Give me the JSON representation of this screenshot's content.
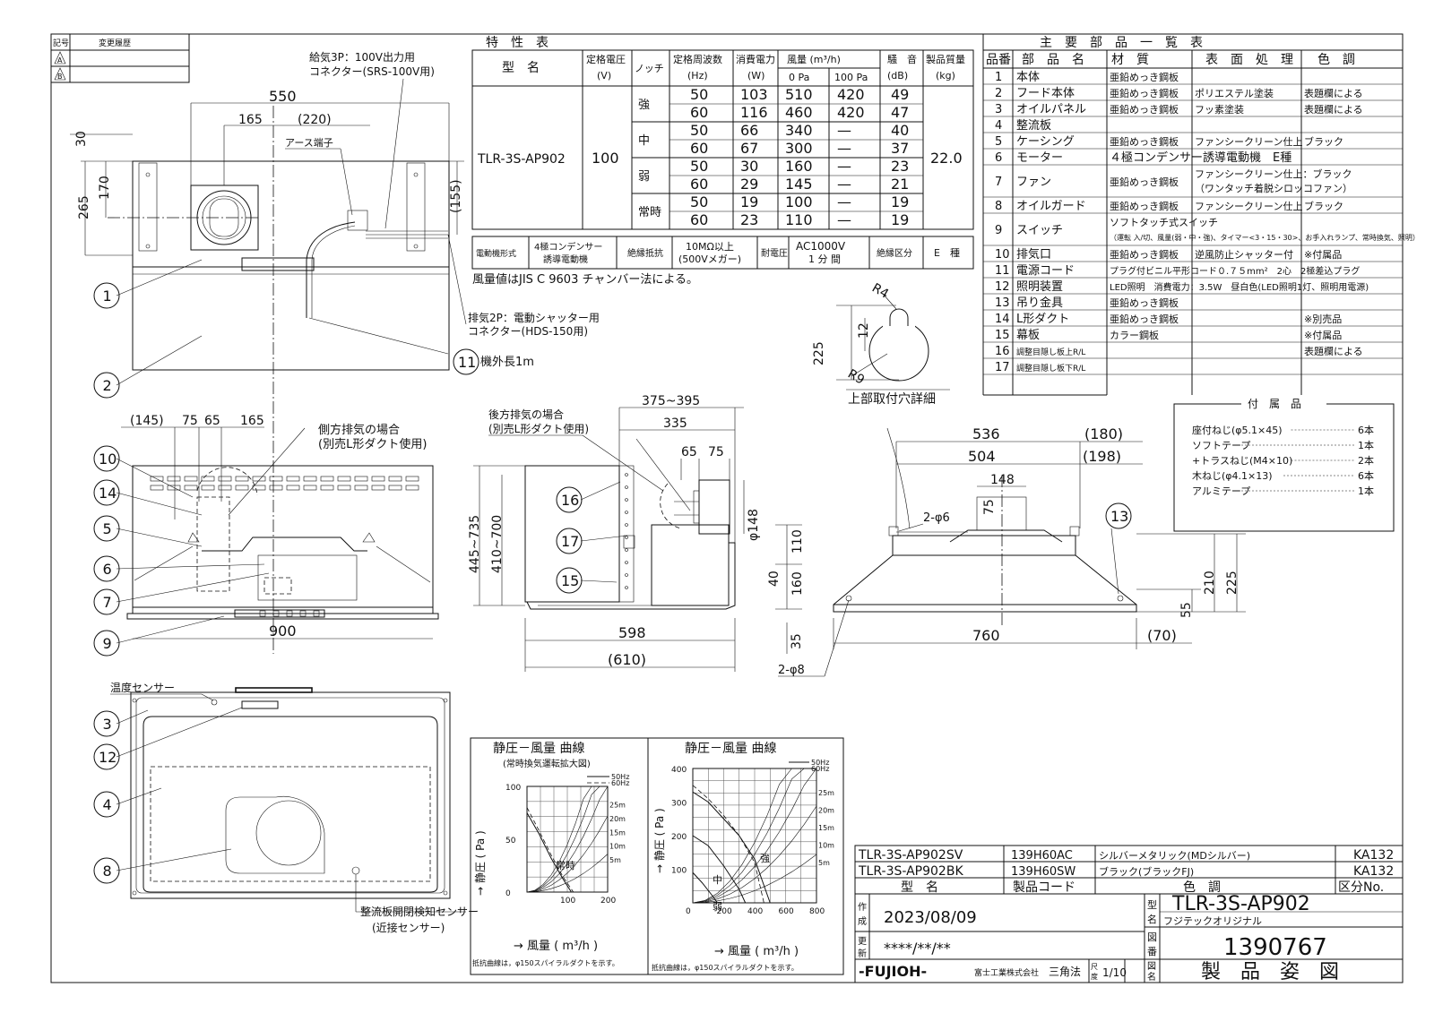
{
  "revision_block": {
    "header_mark": "記号",
    "header_label": "変更履歴",
    "marks": [
      "A",
      "B"
    ]
  },
  "spec_table": {
    "title": "特　性　表",
    "headers": {
      "model": "型　名",
      "voltage": "定格電圧\n(V)",
      "notch": "ノッチ",
      "freq": "定格周波数\n(Hz)",
      "power": "消費電力\n(W)",
      "airflow": "風量 (m³/h)",
      "airflow_0": "0 Pa",
      "airflow_100": "100 Pa",
      "noise": "騒音\n(dB)",
      "mass": "製品質量\n(kg)"
    },
    "model": "TLR-3S-AP902",
    "voltage": "100",
    "mass": "22.0",
    "rows": [
      {
        "notch": "強",
        "hz": "50",
        "w": "103",
        "p0": "510",
        "p100": "420",
        "db": "49"
      },
      {
        "notch": "",
        "hz": "60",
        "w": "116",
        "p0": "460",
        "p100": "420",
        "db": "47"
      },
      {
        "notch": "中",
        "hz": "50",
        "w": "66",
        "p0": "340",
        "p100": "—",
        "db": "40"
      },
      {
        "notch": "",
        "hz": "60",
        "w": "67",
        "p0": "300",
        "p100": "—",
        "db": "37"
      },
      {
        "notch": "弱",
        "hz": "50",
        "w": "30",
        "p0": "160",
        "p100": "—",
        "db": "23"
      },
      {
        "notch": "",
        "hz": "60",
        "w": "29",
        "p0": "145",
        "p100": "—",
        "db": "21"
      },
      {
        "notch": "常時",
        "hz": "50",
        "w": "19",
        "p0": "100",
        "p100": "—",
        "db": "19"
      },
      {
        "notch": "",
        "hz": "60",
        "w": "23",
        "p0": "110",
        "p100": "—",
        "db": "19"
      }
    ],
    "motor_row": {
      "l1": "電動機形式",
      "v1": "4極コンデンサー\n誘導電動機",
      "l2": "絶縁抵抗",
      "v2": "10MΩ以上\n(500Vメガー)",
      "l3": "耐電圧",
      "v3": "AC1000V\n1 分 間",
      "l4": "絶縁区分",
      "v4": "E　種"
    },
    "note": "風量値はJIS C 9603 チャンバー法による。"
  },
  "parts_table": {
    "title": "主　要　部　品　一　覧　表",
    "headers": [
      "品番",
      "部　品　名",
      "材　質",
      "表　面　処　理",
      "色　調"
    ],
    "rows": [
      [
        "1",
        "本体",
        "亜鉛めっき鋼板",
        "",
        ""
      ],
      [
        "2",
        "フード本体",
        "亜鉛めっき鋼板",
        "ポリエステル塗装",
        "表題欄による"
      ],
      [
        "3",
        "オイルパネル",
        "亜鉛めっき鋼板",
        "フッ素塗装",
        "表題欄による"
      ],
      [
        "4",
        "整流板",
        "",
        "",
        ""
      ],
      [
        "5",
        "ケーシング",
        "亜鉛めっき鋼板",
        "ファンシークリーン仕上",
        "ブラック"
      ],
      [
        "6",
        "モーター",
        "４極コンデンサー誘導電動機　E種",
        "",
        ""
      ],
      [
        "7",
        "ファン",
        "亜鉛めっき鋼板",
        "ファンシークリーン仕上：ブラック",
        "（ワンタッチ着脱シロッコファン）"
      ],
      [
        "8",
        "オイルガード",
        "亜鉛めっき鋼板",
        "ファンシークリーン仕上",
        "ブラック"
      ],
      [
        "9",
        "スイッチ",
        "ソフトタッチ式スイッチ",
        "（運転 入/切、風量(弱・中・強)、タイマー<3・15・30>、お手入れランプ、常時換気、照明）",
        ""
      ],
      [
        "10",
        "排気口",
        "亜鉛めっき鋼板",
        "逆風防止シャッター付",
        "※付属品"
      ],
      [
        "11",
        "電源コード",
        "プラグ付ビニル平形コード０.７５mm²　2心　2極差込プラグ",
        "",
        ""
      ],
      [
        "12",
        "照明装置",
        "LED照明　消費電力：3.5W　昼白色(LED照明1灯、照明用電源)",
        "",
        ""
      ],
      [
        "13",
        "吊り金具",
        "亜鉛めっき鋼板",
        "",
        ""
      ],
      [
        "14",
        "L形ダクト",
        "亜鉛めっき鋼板",
        "",
        "※別売品"
      ],
      [
        "15",
        "幕板",
        "カラー鋼板",
        "",
        "※付属品"
      ],
      [
        "16",
        "調整目隠し板上R/L",
        "",
        "",
        "表題欄による"
      ],
      [
        "17",
        "調整目隠し板下R/L",
        "",
        "",
        ""
      ]
    ]
  },
  "accessories": {
    "title": "付　属　品",
    "items": [
      {
        "name": "座付ねじ(φ5.1×45)",
        "qty": "6本"
      },
      {
        "name": "ソフトテープ",
        "qty": "1本"
      },
      {
        "name": "+トラスねじ(M4×10)",
        "qty": "2本"
      },
      {
        "name": "木ねじ(φ4.1×13)",
        "qty": "6本"
      },
      {
        "name": "アルミテープ",
        "qty": "1本"
      }
    ]
  },
  "top_view": {
    "callout_supply": "給気3P：100V出力用",
    "callout_supply2": "コネクター(SRS-100V用)",
    "earth": "アース端子",
    "callout_exhaust": "排気2P：電動シャッター用",
    "callout_exhaust2": "コネクター(HDS-150用)",
    "cord": "機外長1m",
    "dims": {
      "w": "550",
      "a": "165",
      "b": "(220)",
      "c": "30",
      "d": "170",
      "e": "265",
      "f": "(155)"
    }
  },
  "front_view": {
    "dims": {
      "a": "(145)",
      "b": "75",
      "c": "65",
      "d": "165",
      "w": "900"
    },
    "side_exhaust": "側方排気の場合",
    "side_exhaust2": "(別売L形ダクト使用)"
  },
  "side_view": {
    "rear_exhaust": "後方排気の場合",
    "rear_exhaust2": "(別売L形ダクト使用)",
    "dims": {
      "a": "375~395",
      "b": "335",
      "c": "65",
      "d": "75",
      "e": "φ148",
      "f": "110",
      "g": "40",
      "h": "160",
      "i": "445~735",
      "j": "410~700",
      "k": "598",
      "l": "(610)",
      "m": "35"
    }
  },
  "hole_detail": {
    "r4": "R4",
    "r9": "R9",
    "d12": "12",
    "d225": "225",
    "caption": "上部取付穴詳細"
  },
  "right_view": {
    "dims": {
      "a": "536",
      "b": "(180)",
      "c": "504",
      "d": "(198)",
      "e": "148",
      "f": "75",
      "g": "2-φ6",
      "h": "210",
      "i": "225",
      "j": "55",
      "k": "760",
      "l": "(70)",
      "m": "2-φ8"
    }
  },
  "bottom_view": {
    "temp_sensor": "温度センサー",
    "proximity": "整流板開閉検知センサー",
    "proximity2": "(近接センサー)"
  },
  "balloons": [
    "1",
    "2",
    "3",
    "4",
    "5",
    "6",
    "7",
    "8",
    "9",
    "10",
    "11",
    "12",
    "13",
    "14",
    "15",
    "16",
    "17"
  ],
  "chart_data": [
    {
      "type": "line",
      "title": "静圧－風量 曲線",
      "subtitle": "(常時換気運転拡大図)",
      "xlabel": "→ 風量 ( m³/h )",
      "ylabel": "→ 静圧 ( Pa )",
      "xlim": [
        0,
        200
      ],
      "ylim": [
        0,
        100
      ],
      "xticks": [
        "100",
        "200"
      ],
      "yticks": [
        "0",
        "50",
        "100"
      ],
      "legend": [
        "50Hz",
        "60Hz"
      ],
      "annotation": "常時",
      "resistance_labels": [
        "25m",
        "20m",
        "15m",
        "10m",
        "5m"
      ],
      "note": "抵抗曲線は，φ150スパイラルダクトを示す。",
      "series": [
        {
          "name": "50Hz",
          "x": [
            0,
            30,
            60,
            90,
            110
          ],
          "y": [
            75,
            55,
            32,
            12,
            0
          ]
        },
        {
          "name": "60Hz",
          "x": [
            0,
            30,
            60,
            90,
            115
          ],
          "y": [
            80,
            58,
            35,
            14,
            0
          ]
        }
      ]
    },
    {
      "type": "line",
      "title": "静圧－風量 曲線",
      "xlabel": "→ 風量 ( m³/h )",
      "ylabel": "→ 静圧 ( Pa )",
      "xlim": [
        0,
        800
      ],
      "ylim": [
        0,
        400
      ],
      "xticks": [
        "0",
        "200",
        "400",
        "600",
        "800"
      ],
      "yticks": [
        "100",
        "200",
        "300",
        "400"
      ],
      "legend": [
        "50Hz",
        "60Hz"
      ],
      "annotations": [
        "強",
        "中",
        "弱"
      ],
      "resistance_labels": [
        "25m",
        "20m",
        "15m",
        "10m",
        "5m"
      ],
      "note": "抵抗曲線は，φ150スパイラルダクトを示す。",
      "series": [
        {
          "name": "50Hz 強",
          "x": [
            0,
            100,
            200,
            300,
            400,
            500
          ],
          "y": [
            330,
            300,
            250,
            200,
            130,
            0
          ]
        },
        {
          "name": "60Hz 強",
          "x": [
            0,
            100,
            200,
            300,
            400,
            460
          ],
          "y": [
            350,
            310,
            260,
            200,
            120,
            0
          ]
        },
        {
          "name": "50Hz 中",
          "x": [
            0,
            100,
            200,
            300,
            340
          ],
          "y": [
            200,
            170,
            110,
            40,
            0
          ]
        },
        {
          "name": "50Hz 弱",
          "x": [
            0,
            60,
            120,
            160
          ],
          "y": [
            90,
            60,
            25,
            0
          ]
        }
      ]
    }
  ],
  "title_block": {
    "rows": [
      {
        "model": "TLR-3S-AP902SV",
        "code": "139H60AC",
        "color": "シルバーメタリック(MDシルバー)",
        "no": "KA132"
      },
      {
        "model": "TLR-3S-AP902BK",
        "code": "139H60SW",
        "color": "ブラック(ブラックFJ)",
        "no": "KA132"
      }
    ],
    "h_model": "型　名",
    "h_code": "製品コード",
    "h_color": "色　調",
    "h_no": "区分No.",
    "made_label": "作成",
    "made_date": "2023/08/09",
    "upd_label": "更新",
    "upd_date": "****/**/**",
    "kata": "型",
    "mei": "名",
    "name_big": "TLR-3S-AP902",
    "name_sub": "フジテックオリジナル",
    "zu": "図",
    "ban": "番",
    "number": "1390767",
    "company": "-FUJIOH-",
    "company_jp": "富士工業株式会社",
    "projection": "三角法",
    "scale_label": "尺度",
    "scale": "1/10",
    "zu2": "図",
    "mei2": "名",
    "drawing_title": "製　品　姿　図"
  }
}
